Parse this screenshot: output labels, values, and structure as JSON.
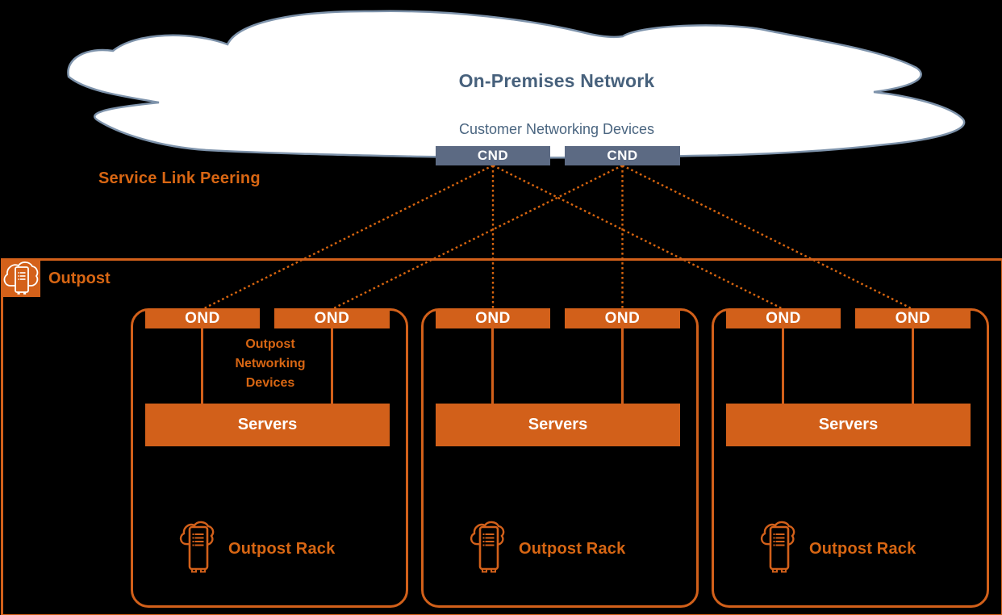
{
  "cloud": {
    "title": "On-Premises Network",
    "subtitle": "Customer Networking Devices",
    "cnd_left": "CND",
    "cnd_right": "CND"
  },
  "service_link_peering_label": "Service Link Peering",
  "outpost": {
    "label": "Outpost"
  },
  "racks": [
    {
      "ond_left": "OND",
      "ond_right": "OND",
      "note_lines": [
        "Outpost",
        "Networking",
        "Devices"
      ],
      "servers": "Servers",
      "rack_label": "Outpost Rack"
    },
    {
      "ond_left": "OND",
      "ond_right": "OND",
      "servers": "Servers",
      "rack_label": "Outpost Rack"
    },
    {
      "ond_left": "OND",
      "ond_right": "OND",
      "servers": "Servers",
      "rack_label": "Outpost Rack"
    }
  ],
  "topology": {
    "style": "dotted",
    "connections": [
      "CND-1 to Rack-1 OND-1",
      "CND-1 to Rack-2 OND-1",
      "CND-1 to Rack-3 OND-1",
      "CND-2 to Rack-1 OND-2",
      "CND-2 to Rack-2 OND-2",
      "CND-2 to Rack-3 OND-2"
    ]
  },
  "colors": {
    "orange_fill": "#D2601A",
    "orange_text": "#D86613",
    "slate_fill": "#5C6A83",
    "cloud_stroke": "#7E93AB",
    "cloud_fill": "#FFFFFF",
    "navy_text": "#47617C",
    "background": "#000000"
  }
}
